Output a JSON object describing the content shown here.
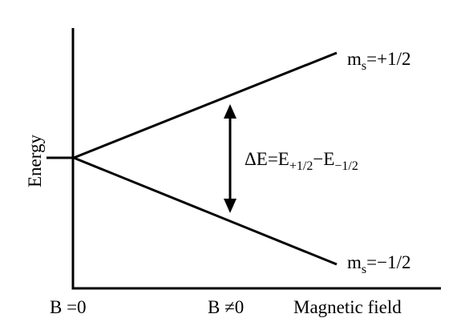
{
  "y_axis_label": "Energy",
  "x_axis_label": "Magnetic field",
  "x_tick_b_zero": "B =0",
  "x_tick_b_nonzero": "B ≠0",
  "upper_level": {
    "main": "m",
    "sub": "s",
    "value": "=+1/2"
  },
  "lower_level": {
    "main": "m",
    "sub": "s",
    "value": "=−1/2"
  },
  "splitting": {
    "lhs": "ΔE=E",
    "sub1": "+1/2",
    "minus": "−E",
    "sub2": "−1/2"
  },
  "icons": {
    "splitting_arrow": "double-headed-vertical-arrow"
  },
  "colors": {
    "line": "#000000",
    "background": "#ffffff"
  }
}
